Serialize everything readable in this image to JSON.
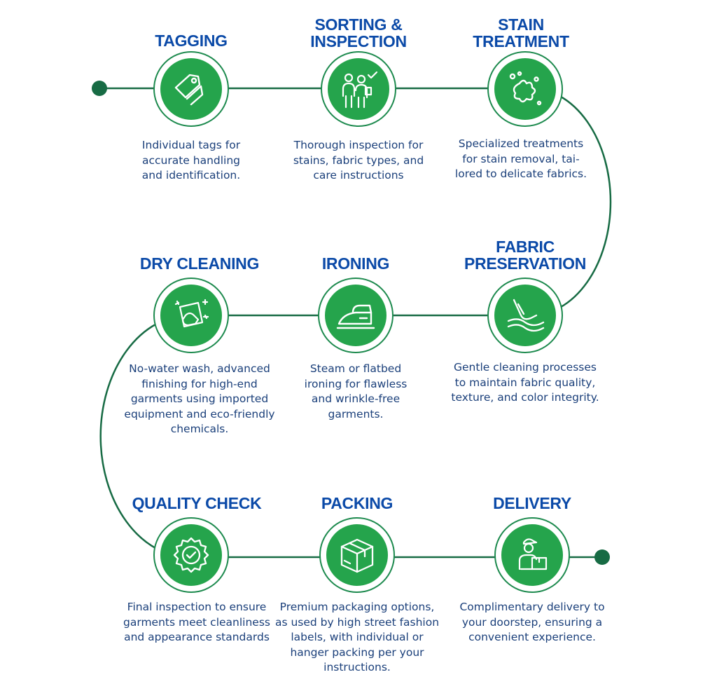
{
  "steps": [
    {
      "title": "TAGGING",
      "icon": "tag-icon",
      "description": "Individual tags for\naccurate handling\nand identification."
    },
    {
      "title": "SORTING &\nINSPECTION",
      "icon": "inspectors-icon",
      "description": "Thorough inspection for\nstains, fabric types, and\ncare instructions"
    },
    {
      "title": "STAIN\nTREATMENT",
      "icon": "stain-icon",
      "description": "Specialized treatments\nfor stain removal, tai-\nlored to delicate fabrics."
    },
    {
      "title": "DRY CLEANING",
      "icon": "cleaning-cloth-icon",
      "description": "No-water wash, advanced\nfinishing for high-end\ngarments using imported\nequipment and eco-friendly\nchemicals."
    },
    {
      "title": "IRONING",
      "icon": "iron-icon",
      "description": "Steam or flatbed\nironing for flawless\nand wrinkle-free\ngarments."
    },
    {
      "title": "FABRIC\nPRESERVATION",
      "icon": "fabric-hand-icon",
      "description": "Gentle cleaning processes\nto maintain fabric quality,\ntexture, and color integrity."
    },
    {
      "title": "QUALITY CHECK",
      "icon": "quality-badge-icon",
      "description": "Final inspection to ensure\ngarments meet cleanliness\nand appearance standards"
    },
    {
      "title": "PACKING",
      "icon": "box-icon",
      "description": "Premium packaging options,\nas used by high street fashion\nlabels, with individual or\nhanger packing per your\ninstructions."
    },
    {
      "title": "DELIVERY",
      "icon": "delivery-person-icon",
      "description": "Complimentary delivery to\nyour doorstep, ensuring a\nconvenient experience."
    }
  ],
  "colors": {
    "title": "#0b4aa8",
    "description": "#1a3f7a",
    "circle": "#25a44c",
    "line": "#176b44"
  }
}
